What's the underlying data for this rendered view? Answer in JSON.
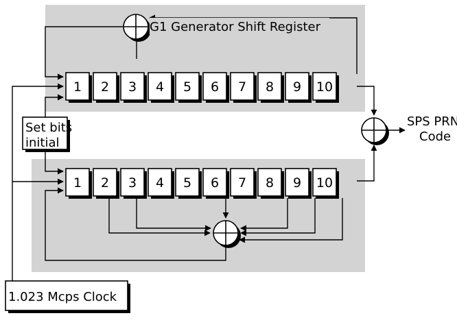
{
  "g1_title": "G1 Generator Shift Register",
  "registers": [
    {
      "name": "g1",
      "cells": [
        "1",
        "2",
        "3",
        "4",
        "5",
        "6",
        "7",
        "8",
        "9",
        "10"
      ]
    },
    {
      "name": "g2",
      "cells": [
        "1",
        "2",
        "3",
        "4",
        "5",
        "6",
        "7",
        "8",
        "9",
        "10"
      ]
    }
  ],
  "set_bits_box": {
    "line1": "Set bits",
    "line2": "initial"
  },
  "output_label": {
    "line1": "SPS PRN",
    "line2": "Code"
  },
  "clock_label": "1.023 Mcps Clock"
}
